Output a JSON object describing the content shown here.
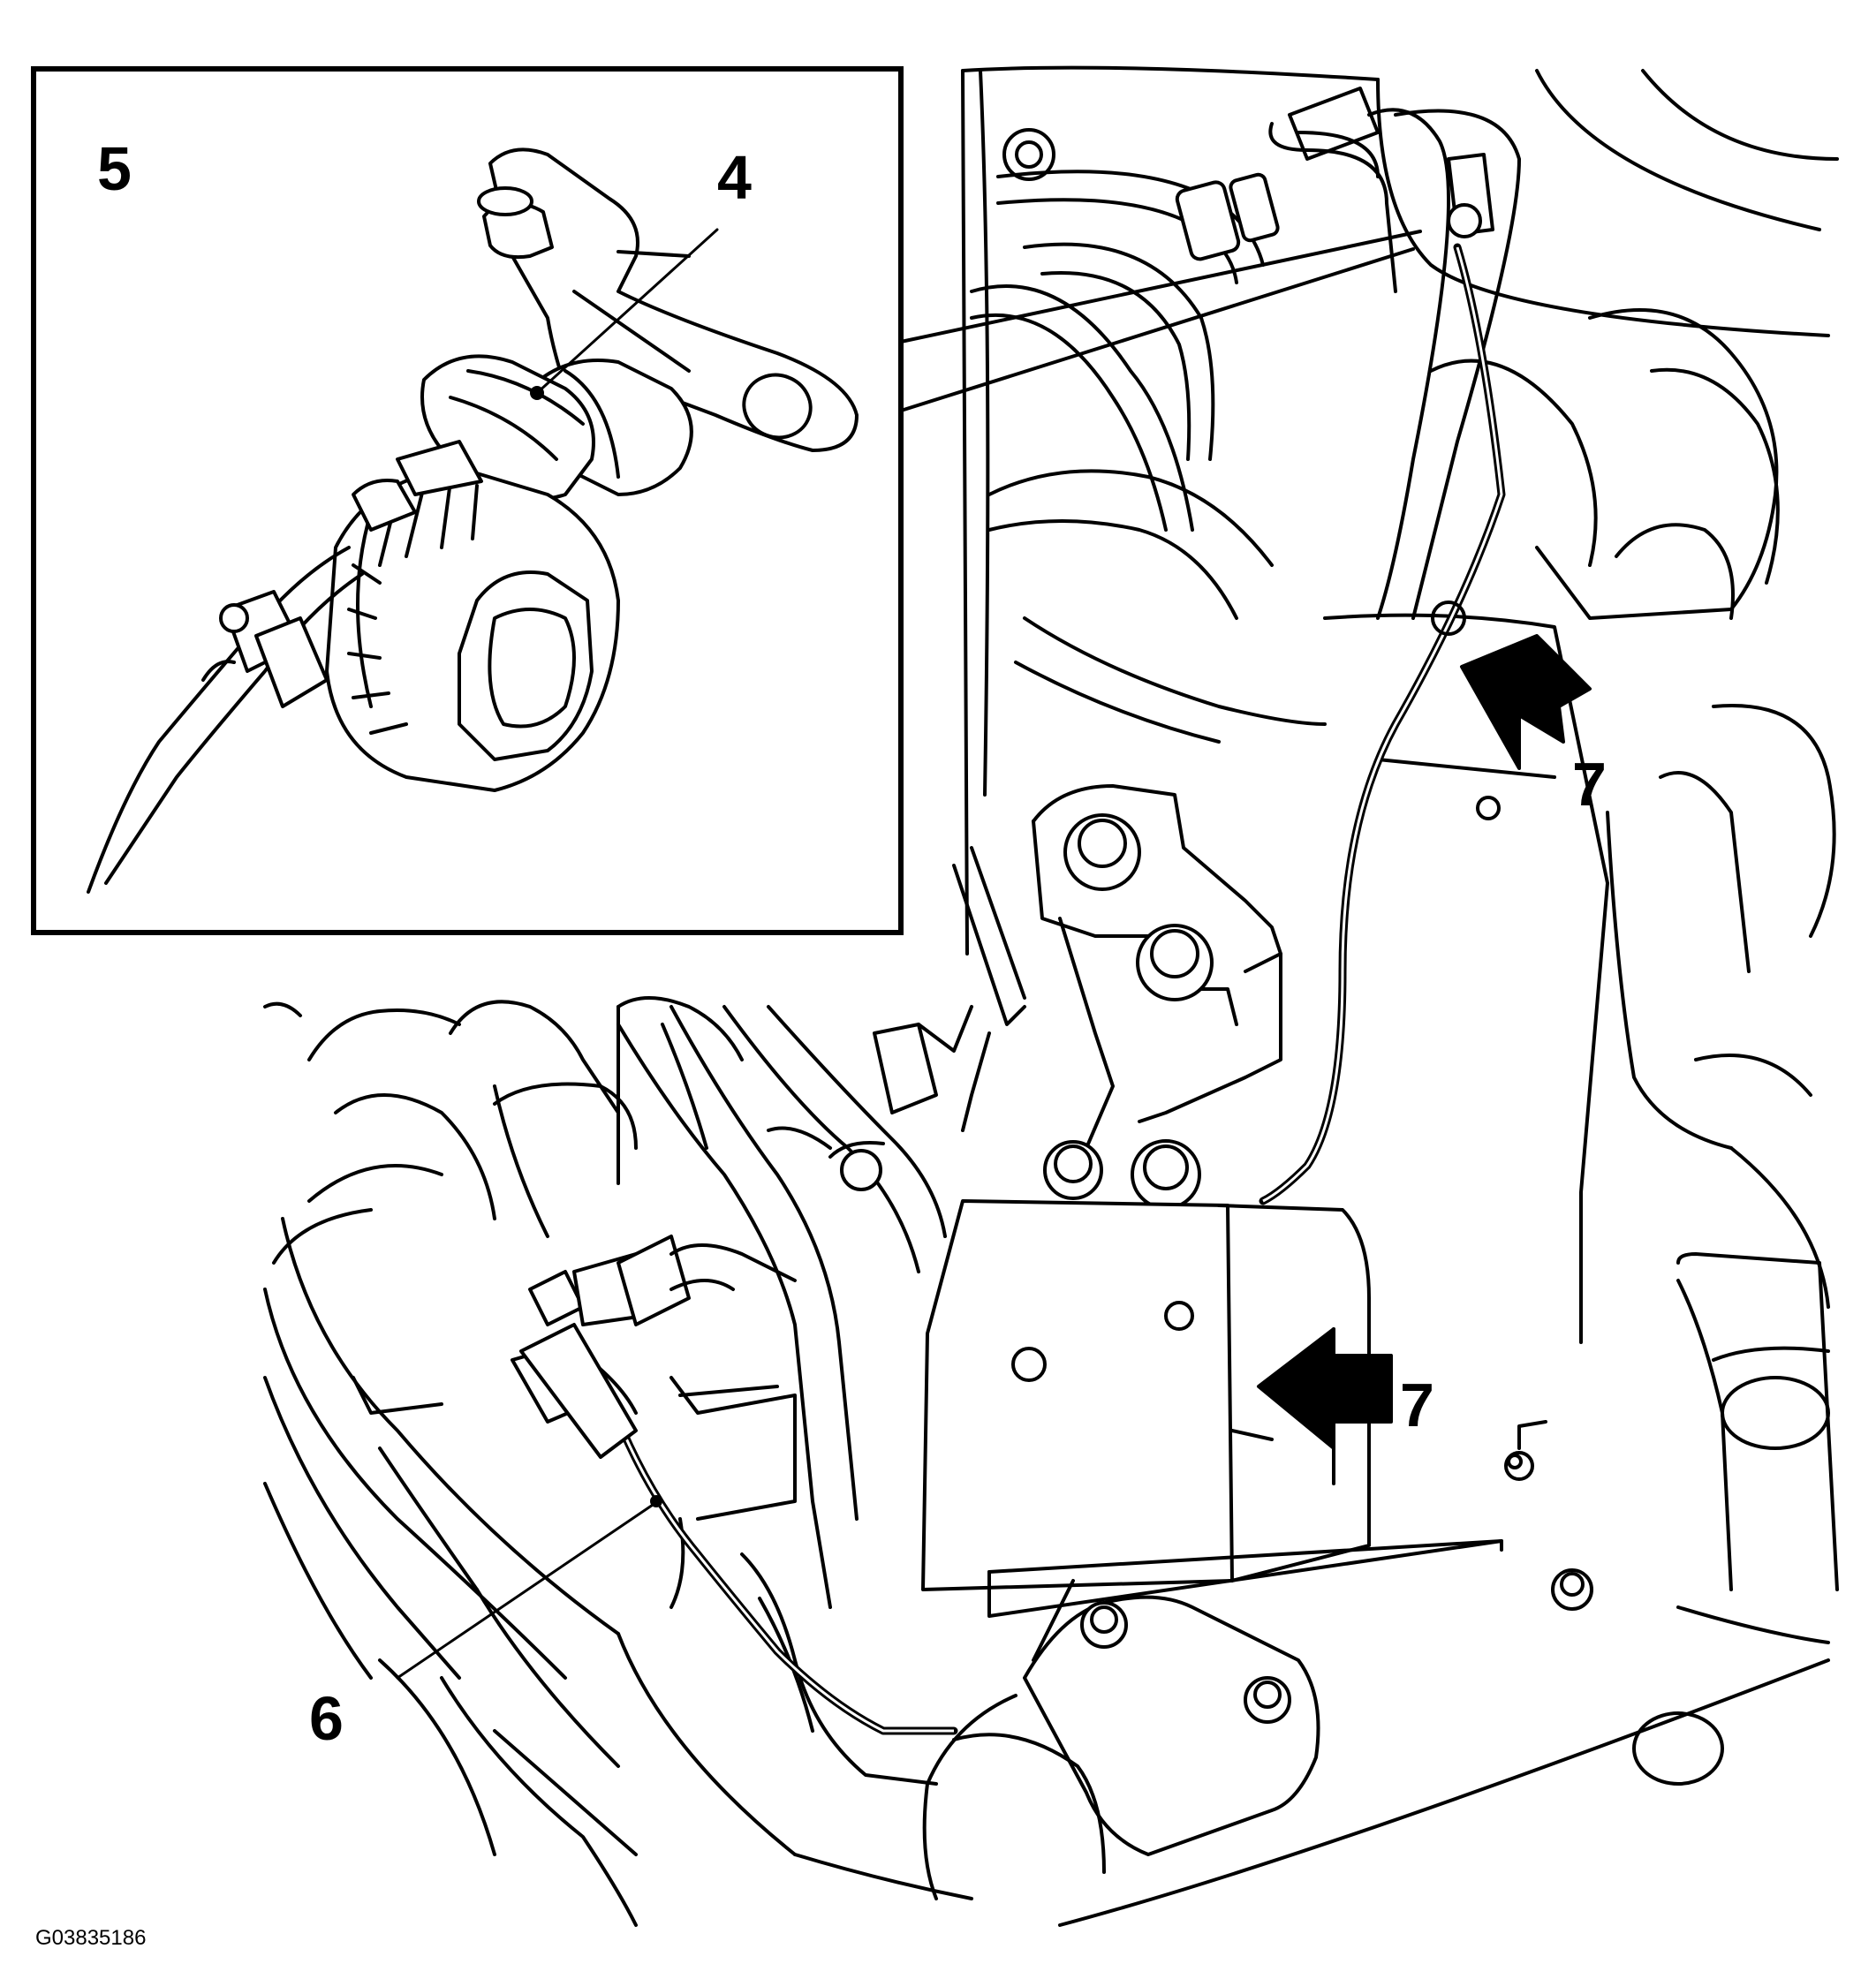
{
  "figure": {
    "id": "G03835186",
    "description_labels": {
      "inset_number": "5",
      "sensor_callout": "4",
      "connector_callout": "6",
      "arrow_callout_upper": "7",
      "arrow_callout_lower": "7"
    }
  },
  "colors": {
    "line": "#000000",
    "background": "#ffffff"
  }
}
